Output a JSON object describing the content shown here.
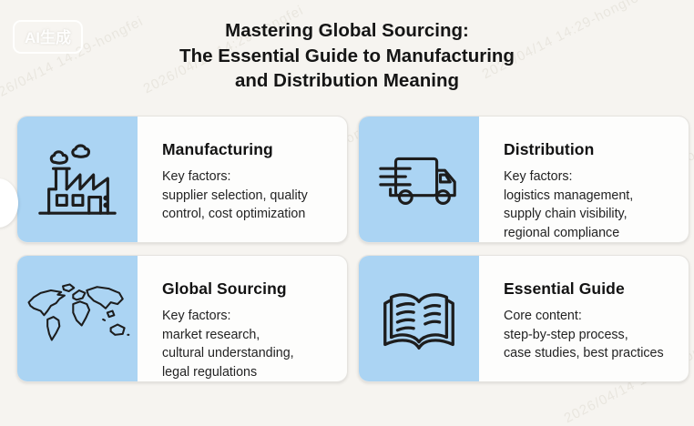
{
  "page": {
    "ai_badge": "AI生成",
    "watermark_text": "2026/04/14 14:29-hongfei",
    "title_lines": [
      "Mastering Global Sourcing:",
      "The Essential Guide to Manufacturing",
      "and Distribution Meaning"
    ]
  },
  "colors": {
    "background": "#f6f4f0",
    "card_background": "#fdfdfc",
    "accent_blue": "#abd4f3",
    "text_dark": "#1b1b1b",
    "icon_stroke": "#1d1d1d"
  },
  "icons": {
    "card1": "factory-icon",
    "card2": "truck-icon",
    "card3": "world-map-icon",
    "card4": "open-book-icon"
  },
  "cards": [
    {
      "title": "Manufacturing",
      "label": "Key factors:",
      "lines": [
        "supplier selection, quality",
        "control, cost optimization"
      ]
    },
    {
      "title": "Distribution",
      "label": "Key factors:",
      "lines": [
        "logistics management,",
        "supply chain visibility,",
        "regional compliance"
      ]
    },
    {
      "title": "Global Sourcing",
      "label": "Key factors:",
      "lines": [
        "market research,",
        "cultural understanding,",
        "legal regulations"
      ]
    },
    {
      "title": "Essential Guide",
      "label": "Core content:",
      "lines": [
        "step-by-step process,",
        "case studies, best practices"
      ]
    }
  ]
}
